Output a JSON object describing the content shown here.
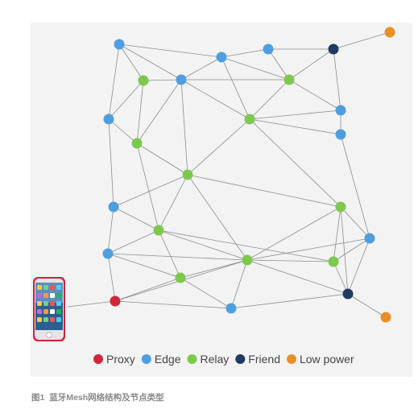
{
  "colors": {
    "proxy": "#d1263b",
    "edge": "#4f9fe0",
    "relay": "#7cc94e",
    "friend": "#1f3a63",
    "low_power": "#e98f2a",
    "link": "#8c8c8c"
  },
  "nodes": [
    {
      "id": "e1",
      "type": "edge"
    },
    {
      "id": "e2",
      "type": "edge"
    },
    {
      "id": "e3",
      "type": "edge"
    },
    {
      "id": "f1",
      "type": "friend"
    },
    {
      "id": "lp1",
      "type": "low_power"
    },
    {
      "id": "r1",
      "type": "relay"
    },
    {
      "id": "e4",
      "type": "edge"
    },
    {
      "id": "r2",
      "type": "relay"
    },
    {
      "id": "e5",
      "type": "edge"
    },
    {
      "id": "r3",
      "type": "relay"
    },
    {
      "id": "e6",
      "type": "edge"
    },
    {
      "id": "e7",
      "type": "edge"
    },
    {
      "id": "r4",
      "type": "relay"
    },
    {
      "id": "r5",
      "type": "relay"
    },
    {
      "id": "e8",
      "type": "edge"
    },
    {
      "id": "r6",
      "type": "relay"
    },
    {
      "id": "r7",
      "type": "relay"
    },
    {
      "id": "e9",
      "type": "edge"
    },
    {
      "id": "e10",
      "type": "edge"
    },
    {
      "id": "r8",
      "type": "relay"
    },
    {
      "id": "r9",
      "type": "relay"
    },
    {
      "id": "p1",
      "type": "proxy"
    },
    {
      "id": "e11",
      "type": "edge"
    },
    {
      "id": "f2",
      "type": "friend"
    },
    {
      "id": "lp2",
      "type": "low_power"
    }
  ],
  "links": [
    [
      "e1",
      "e2"
    ],
    [
      "e1",
      "r1"
    ],
    [
      "e1",
      "e4"
    ],
    [
      "e1",
      "e5"
    ],
    [
      "e2",
      "e3"
    ],
    [
      "e2",
      "e4"
    ],
    [
      "e2",
      "r2"
    ],
    [
      "e2",
      "r3"
    ],
    [
      "e3",
      "f1"
    ],
    [
      "e3",
      "r2"
    ],
    [
      "f1",
      "lp1"
    ],
    [
      "f1",
      "r2"
    ],
    [
      "f1",
      "e6"
    ],
    [
      "r1",
      "e4"
    ],
    [
      "r1",
      "r5"
    ],
    [
      "r1",
      "e5"
    ],
    [
      "e4",
      "r3"
    ],
    [
      "e4",
      "r4"
    ],
    [
      "e4",
      "r5"
    ],
    [
      "e4",
      "r2"
    ],
    [
      "r2",
      "r3"
    ],
    [
      "r2",
      "e6"
    ],
    [
      "e6",
      "r3"
    ],
    [
      "e6",
      "e7"
    ],
    [
      "r3",
      "e7"
    ],
    [
      "r3",
      "r4"
    ],
    [
      "r3",
      "r6"
    ],
    [
      "e5",
      "r5"
    ],
    [
      "e5",
      "e8"
    ],
    [
      "r5",
      "r4"
    ],
    [
      "r5",
      "r7"
    ],
    [
      "r4",
      "r7"
    ],
    [
      "r4",
      "r8"
    ],
    [
      "r4",
      "e8"
    ],
    [
      "r4",
      "r6"
    ],
    [
      "e7",
      "e10"
    ],
    [
      "r6",
      "e10"
    ],
    [
      "r6",
      "r8"
    ],
    [
      "r6",
      "r9"
    ],
    [
      "r6",
      "f2"
    ],
    [
      "e8",
      "e9"
    ],
    [
      "e8",
      "r7"
    ],
    [
      "r7",
      "e9"
    ],
    [
      "r7",
      "r9"
    ],
    [
      "r7",
      "r8"
    ],
    [
      "e9",
      "r8"
    ],
    [
      "e9",
      "p1"
    ],
    [
      "r8",
      "r9"
    ],
    [
      "r8",
      "e10"
    ],
    [
      "r8",
      "p1"
    ],
    [
      "r8",
      "e11"
    ],
    [
      "r8",
      "f2"
    ],
    [
      "e10",
      "r9"
    ],
    [
      "e10",
      "f2"
    ],
    [
      "r9",
      "f2"
    ],
    [
      "p1",
      "e11"
    ],
    [
      "p1",
      "phone"
    ],
    [
      "e11",
      "f2"
    ],
    [
      "f2",
      "lp2"
    ]
  ],
  "legend": [
    {
      "type": "proxy",
      "label": "Proxy"
    },
    {
      "type": "edge",
      "label": "Edge"
    },
    {
      "type": "relay",
      "label": "Relay"
    },
    {
      "type": "friend",
      "label": "Friend"
    },
    {
      "type": "low_power",
      "label": "Low power"
    }
  ],
  "caption": {
    "number": "图1",
    "text": "蓝牙Mesh网络结构及节点类型"
  }
}
